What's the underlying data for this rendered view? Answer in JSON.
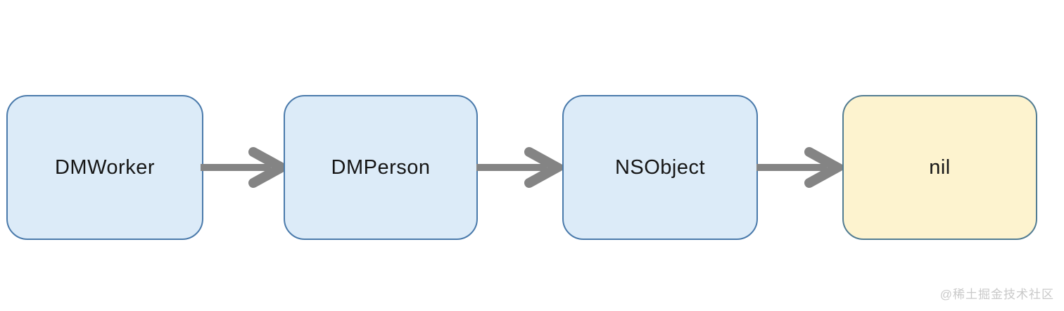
{
  "diagram": {
    "type": "flow",
    "description": "isa/superclass style chain of four nodes linked by right-pointing arrows",
    "nodes": [
      {
        "label": "DMWorker",
        "fill": "#dcebf8",
        "border": "#4a7aab"
      },
      {
        "label": "DMPerson",
        "fill": "#dcebf8",
        "border": "#4a7aab"
      },
      {
        "label": "NSObject",
        "fill": "#dcebf8",
        "border": "#4a7aab"
      },
      {
        "label": "nil",
        "fill": "#fdf3cf",
        "border": "#527c92"
      }
    ],
    "edges": [
      {
        "from": "DMWorker",
        "to": "DMPerson"
      },
      {
        "from": "DMPerson",
        "to": "NSObject"
      },
      {
        "from": "NSObject",
        "to": "nil"
      }
    ],
    "arrow_color": "#848484",
    "text_color": "#151515",
    "background_color": "#ffffff",
    "watermark": "@稀土掘金技术社区",
    "watermark_color": "#c9c9c9"
  }
}
